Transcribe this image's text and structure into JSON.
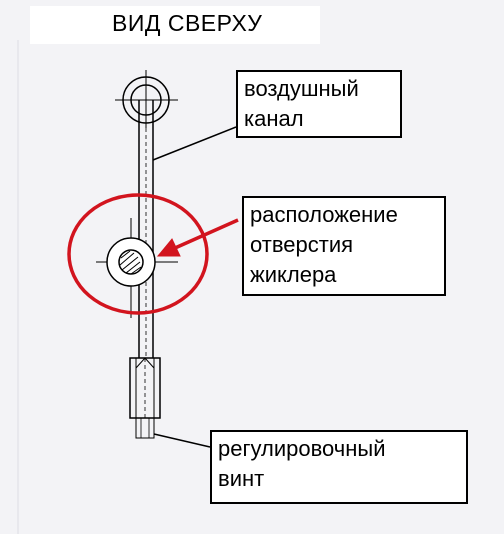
{
  "title": "ВИД СВЕРХУ",
  "labels": {
    "air_channel": [
      "воздушный",
      "канал"
    ],
    "jet_hole": [
      "расположение",
      "отверстия",
      "жиклера"
    ],
    "adjust_screw": [
      "регулировочный",
      "винт"
    ]
  },
  "colors": {
    "highlight": "#d2141e",
    "line": "#000000",
    "background": "#f3f3f6"
  }
}
